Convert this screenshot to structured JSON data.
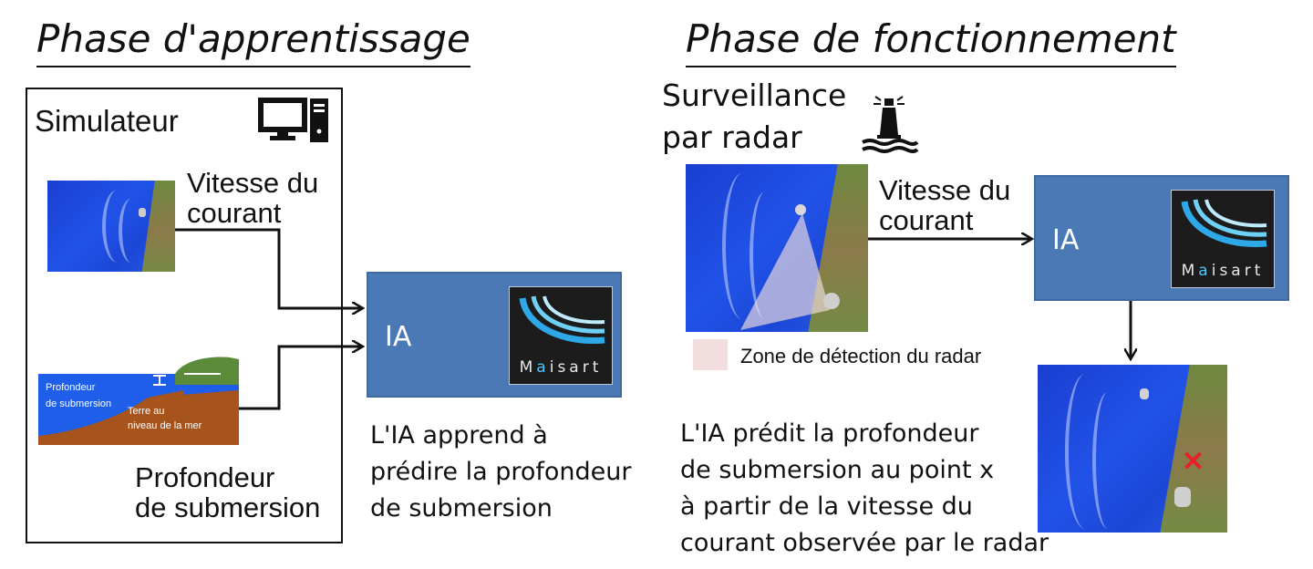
{
  "titles": {
    "learning": "Phase d'apprentissage",
    "operation": "Phase de fonctionnement"
  },
  "simulator": {
    "label": "Simulateur",
    "speed_line1": "Vitesse du",
    "speed_line2": "courant",
    "diagram_label_depth_1": "Profondeur",
    "diagram_label_depth_2": "de submersion",
    "diagram_label_land_1": "Terre au",
    "diagram_label_land_2": "niveau de la mer",
    "depth_line1": "Profondeur",
    "depth_line2": "de submersion"
  },
  "ia": {
    "label": "IA",
    "logo_text_prefix": "M",
    "logo_text_accent": "a",
    "logo_text_suffix": "isart"
  },
  "learning_caption": {
    "line1": "L'IA apprend à",
    "line2": "prédire la profondeur",
    "line3": "de submersion"
  },
  "operation": {
    "radar_line1": "Surveillance",
    "radar_line2": "par radar",
    "speed_line1": "Vitesse du",
    "speed_line2": "courant",
    "legend": "Zone de détection du radar",
    "marker": "✕",
    "caption_line1": "L'IA prédit la profondeur",
    "caption_line2": "de submersion au point x",
    "caption_line3": "à partir de la vitesse du",
    "caption_line4": "courant observée par le radar"
  },
  "colors": {
    "ia_box": "#4b79b6",
    "sea": "#1f4fe0",
    "radar_zone": "#f2dede",
    "marker": "#e8202a"
  }
}
